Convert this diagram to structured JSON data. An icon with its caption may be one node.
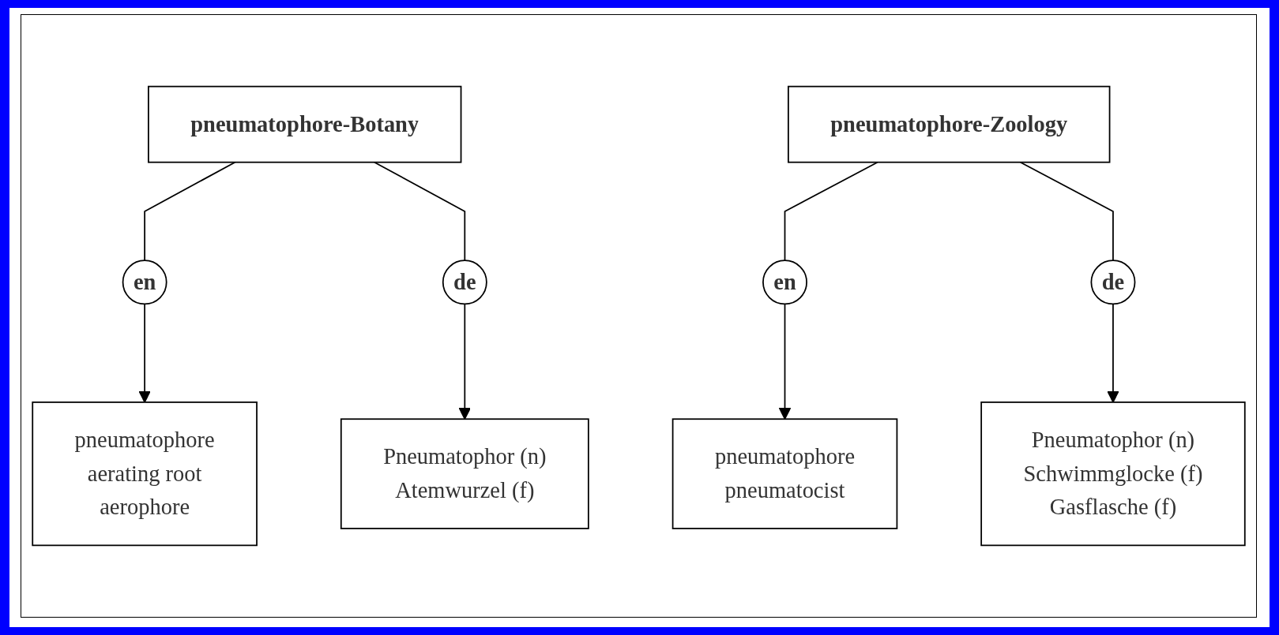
{
  "diagram": {
    "nodes": [
      {
        "text": [
          "pneumatophore-Botany"
        ]
      },
      {
        "text": [
          "pneumatophore-Zoology"
        ]
      },
      {
        "text": [
          "en"
        ]
      },
      {
        "text": [
          "de"
        ]
      },
      {
        "text": [
          "en"
        ]
      },
      {
        "text": [
          "de"
        ]
      },
      {
        "text": [
          "pneumatophore",
          "aerating root",
          "aerophore"
        ]
      },
      {
        "text": [
          "Pneumatophor (n)",
          "Atemwurzel (f)"
        ]
      },
      {
        "text": [
          "pneumatophore",
          "pneumatocist"
        ]
      },
      {
        "text": [
          "Pneumatophor (n)",
          "Schwimmglocke (f)",
          "Gasflasche (f)"
        ]
      }
    ],
    "edges": [
      {
        "from": 0,
        "to": 2,
        "arrow": "none"
      },
      {
        "from": 0,
        "to": 3,
        "arrow": "none"
      },
      {
        "from": 1,
        "to": 4,
        "arrow": "none"
      },
      {
        "from": 1,
        "to": 5,
        "arrow": "none"
      },
      {
        "from": 2,
        "to": 6,
        "arrow": "to"
      },
      {
        "from": 3,
        "to": 7,
        "arrow": "to"
      },
      {
        "from": 4,
        "to": 8,
        "arrow": "to"
      },
      {
        "from": 5,
        "to": 9,
        "arrow": "to"
      }
    ]
  }
}
